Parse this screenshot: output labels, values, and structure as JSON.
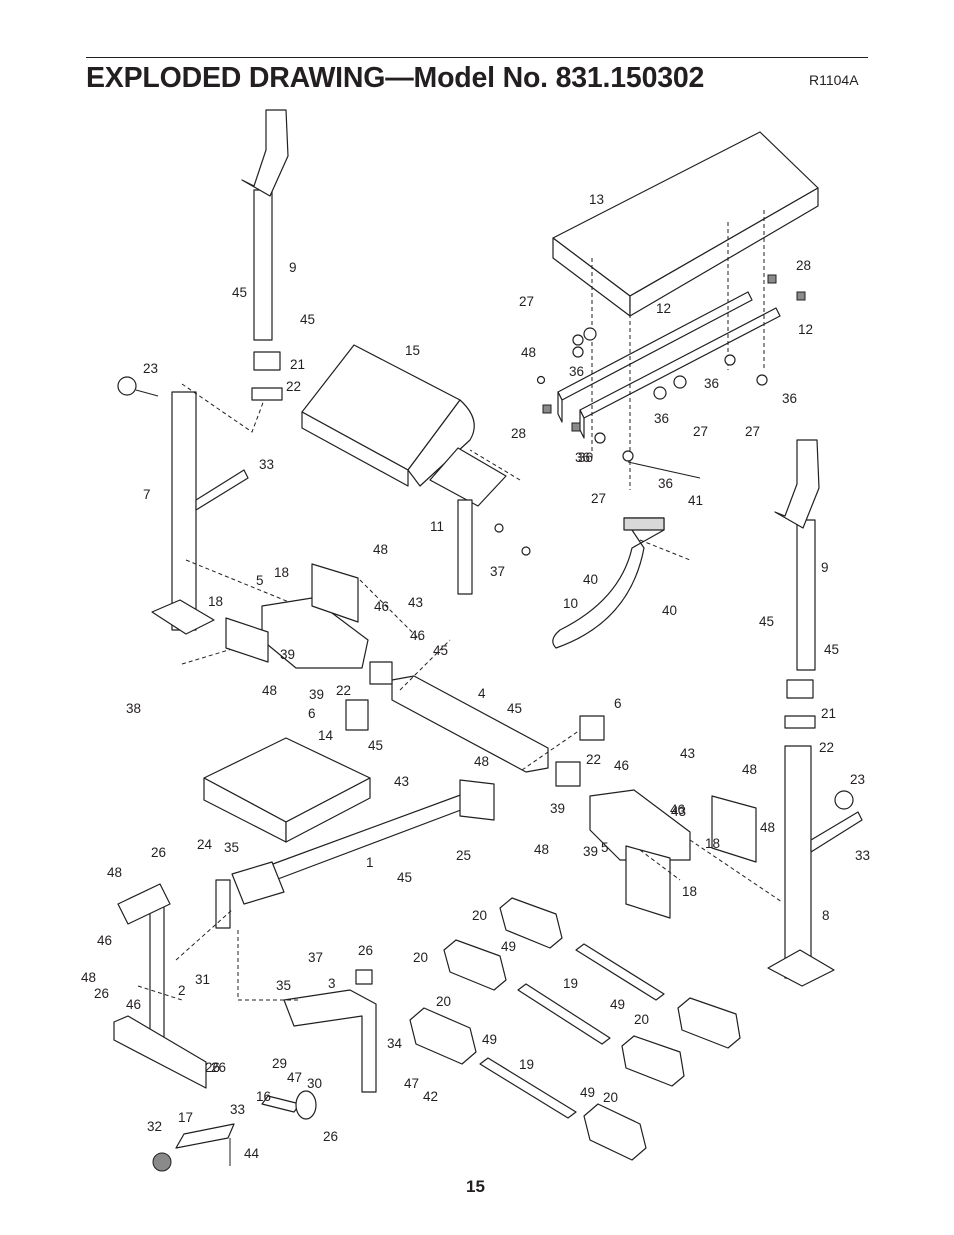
{
  "header": {
    "title": "EXPLODED DRAWING—Model No. 831.150302",
    "drawing_code": "R1104A"
  },
  "footer": {
    "page_number": "15"
  },
  "parts": [
    "13",
    "28",
    "27",
    "12",
    "12",
    "48",
    "36",
    "36",
    "36",
    "36",
    "28",
    "36",
    "27",
    "27",
    "36",
    "36",
    "27",
    "41",
    "15",
    "9",
    "45",
    "45",
    "21",
    "22",
    "23",
    "7",
    "33",
    "11",
    "37",
    "40",
    "40",
    "10",
    "9",
    "45",
    "45",
    "21",
    "22",
    "48",
    "18",
    "5",
    "46",
    "43",
    "46",
    "18",
    "38",
    "39",
    "48",
    "39",
    "45",
    "22",
    "6",
    "4",
    "45",
    "45",
    "6",
    "14",
    "48",
    "22",
    "46",
    "43",
    "46",
    "43",
    "48",
    "48",
    "39",
    "48",
    "39",
    "5",
    "18",
    "18",
    "23",
    "33",
    "8",
    "35",
    "1",
    "43",
    "25",
    "45",
    "26",
    "24",
    "48",
    "46",
    "48",
    "26",
    "46",
    "2",
    "31",
    "37",
    "26",
    "35",
    "3",
    "20",
    "20",
    "49",
    "19",
    "20",
    "49",
    "20",
    "34",
    "29",
    "47",
    "30",
    "26",
    "26",
    "47",
    "42",
    "16",
    "33",
    "17",
    "32",
    "26",
    "44",
    "49",
    "19",
    "49",
    "20"
  ]
}
